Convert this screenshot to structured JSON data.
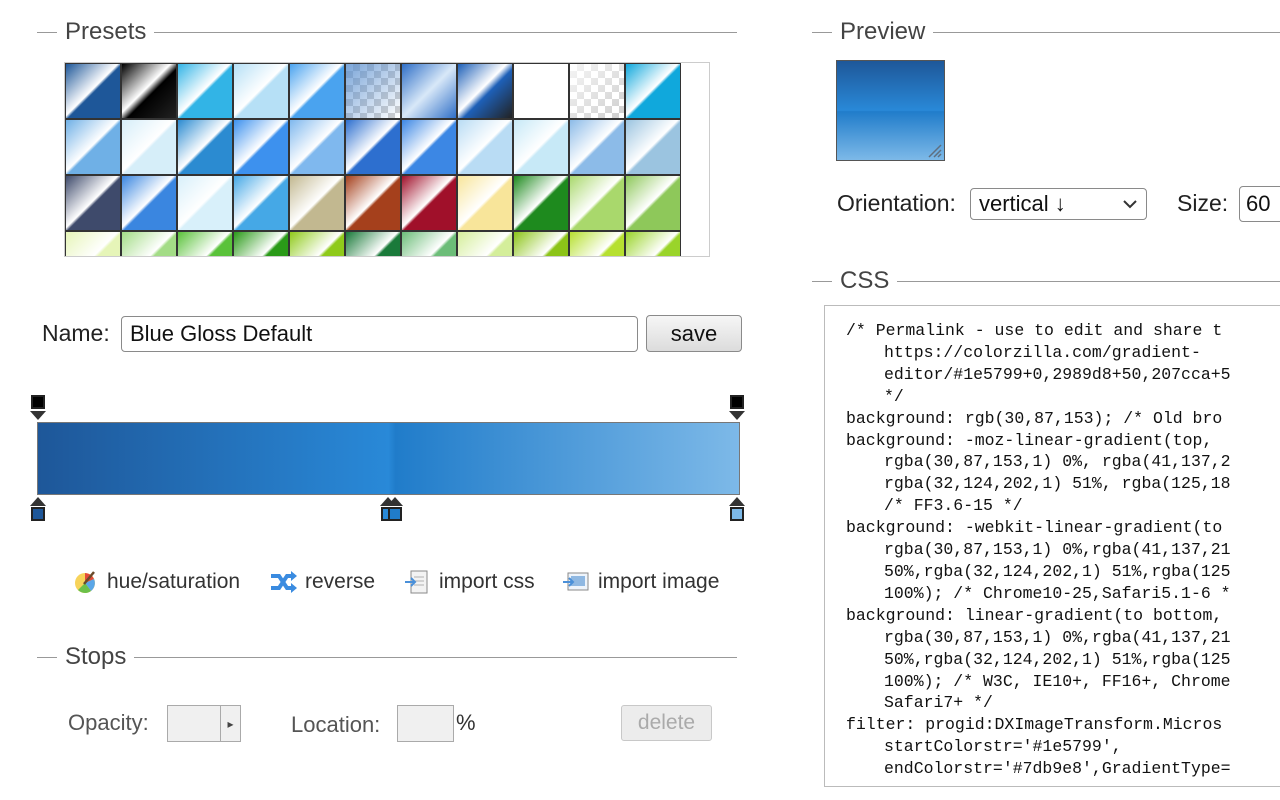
{
  "sections": {
    "presets": "Presets",
    "stops": "Stops",
    "preview": "Preview",
    "css": "CSS"
  },
  "presets": {
    "rows": [
      [
        "#1e5799 linear diag",
        "#000000 gloss",
        "#32b4e6",
        "#b6e0f6",
        "#4aa3ef",
        "checker-blue",
        "#2f6fc7 glass",
        "#1e60b8 gloss",
        "checker-gray",
        "checker-white",
        "#10a8dc"
      ],
      [
        "#6fb0e6",
        "#d6eef9",
        "#2b8bd1",
        "#3d91ee",
        "#7fb8ee",
        "#2d6fcf",
        "#3c87e4",
        "#b9dcf4",
        "#c7e9f7",
        "#8cbbe8",
        "#9bc4e0"
      ],
      [
        "#3e4a6b",
        "#3a86e0",
        "#d8f0fa",
        "#45a8e6",
        "#c2b890",
        "#a5401c",
        "#a0102a",
        "#f8e59a",
        "#1e8a1e",
        "#a9d86c",
        "#8ec85a"
      ],
      [
        "#e6f5b8",
        "#a3dc86",
        "#5ac23a",
        "#2a9a18",
        "#8fca1a",
        "#1a7a3a",
        "#6cbd78",
        "#d4ee9a",
        "#8cc418",
        "#b6e030",
        "#9ad42a"
      ]
    ]
  },
  "name_row": {
    "label": "Name:",
    "value": "Blue Gloss Default",
    "save_label": "save"
  },
  "gradient": {
    "colors": [
      "#1e5799",
      "#2989d8",
      "#207cca",
      "#7db9e8"
    ],
    "stops_percent": [
      0,
      50,
      51,
      100
    ],
    "opacity_stops_percent": [
      0,
      100
    ]
  },
  "tools": {
    "hue_saturation": "hue/saturation",
    "reverse": "reverse",
    "import_css": "import css",
    "import_image": "import image"
  },
  "stops_controls": {
    "opacity_label": "Opacity:",
    "location_label": "Location:",
    "percent_sign": "%",
    "delete_label": "delete"
  },
  "preview": {
    "orientation_label": "Orientation:",
    "orientation_value": "vertical ↓",
    "size_label": "Size:",
    "size_value": "60"
  },
  "css_code": [
    {
      "text": "/* Permalink - use to edit and share t",
      "indent": false
    },
    {
      "text": "https://colorzilla.com/gradient-",
      "indent": true
    },
    {
      "text": "editor/#1e5799+0,2989d8+50,207cca+5",
      "indent": true
    },
    {
      "text": "*/",
      "indent": true
    },
    {
      "text": "background: rgb(30,87,153); /* Old bro",
      "indent": false
    },
    {
      "text": "background: -moz-linear-gradient(top, ",
      "indent": false
    },
    {
      "text": "rgba(30,87,153,1) 0%, rgba(41,137,2",
      "indent": true
    },
    {
      "text": "rgba(32,124,202,1) 51%, rgba(125,18",
      "indent": true
    },
    {
      "text": "/* FF3.6-15 */",
      "indent": true
    },
    {
      "text": "background: -webkit-linear-gradient(to",
      "indent": false
    },
    {
      "text": "rgba(30,87,153,1) 0%,rgba(41,137,21",
      "indent": true
    },
    {
      "text": "50%,rgba(32,124,202,1) 51%,rgba(125",
      "indent": true
    },
    {
      "text": "100%); /* Chrome10-25,Safari5.1-6 *",
      "indent": true
    },
    {
      "text": "background: linear-gradient(to bottom,",
      "indent": false
    },
    {
      "text": "rgba(30,87,153,1) 0%,rgba(41,137,21",
      "indent": true
    },
    {
      "text": "50%,rgba(32,124,202,1) 51%,rgba(125",
      "indent": true
    },
    {
      "text": "100%); /* W3C, IE10+, FF16+, Chrome",
      "indent": true
    },
    {
      "text": "Safari7+ */",
      "indent": true
    },
    {
      "text": "filter: progid:DXImageTransform.Micros",
      "indent": false
    },
    {
      "text": "startColorstr='#1e5799',",
      "indent": true
    },
    {
      "text": "endColorstr='#7db9e8',GradientType=",
      "indent": true
    }
  ]
}
